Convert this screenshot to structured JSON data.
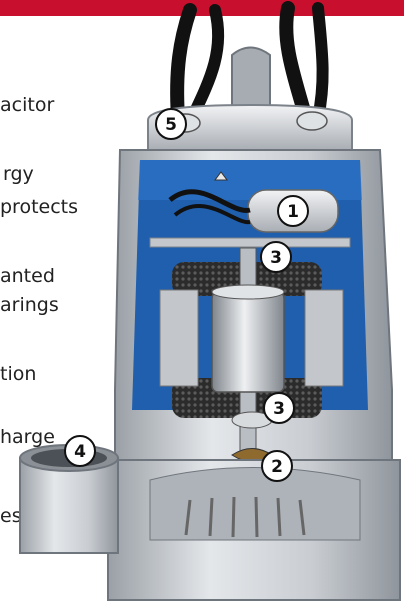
{
  "side_text": [
    {
      "line1": "acitor",
      "line2": "rgy"
    },
    {
      "line1": "protects",
      "line2": "anted"
    },
    {
      "line1": "arings",
      "line2": "tion"
    },
    {
      "line1": "harge",
      "line2": "ess"
    }
  ],
  "callouts": [
    {
      "label": "1"
    },
    {
      "label": "2"
    },
    {
      "label": "3"
    },
    {
      "label": "3"
    },
    {
      "label": "4"
    },
    {
      "label": "5"
    }
  ],
  "colors": {
    "brand_red": "#c8102e",
    "housing": "#c9cdd2",
    "housing_dark": "#8f959c",
    "motor_blue": "#1f5fae",
    "cable": "#111111",
    "metal": "#b9bec4"
  }
}
